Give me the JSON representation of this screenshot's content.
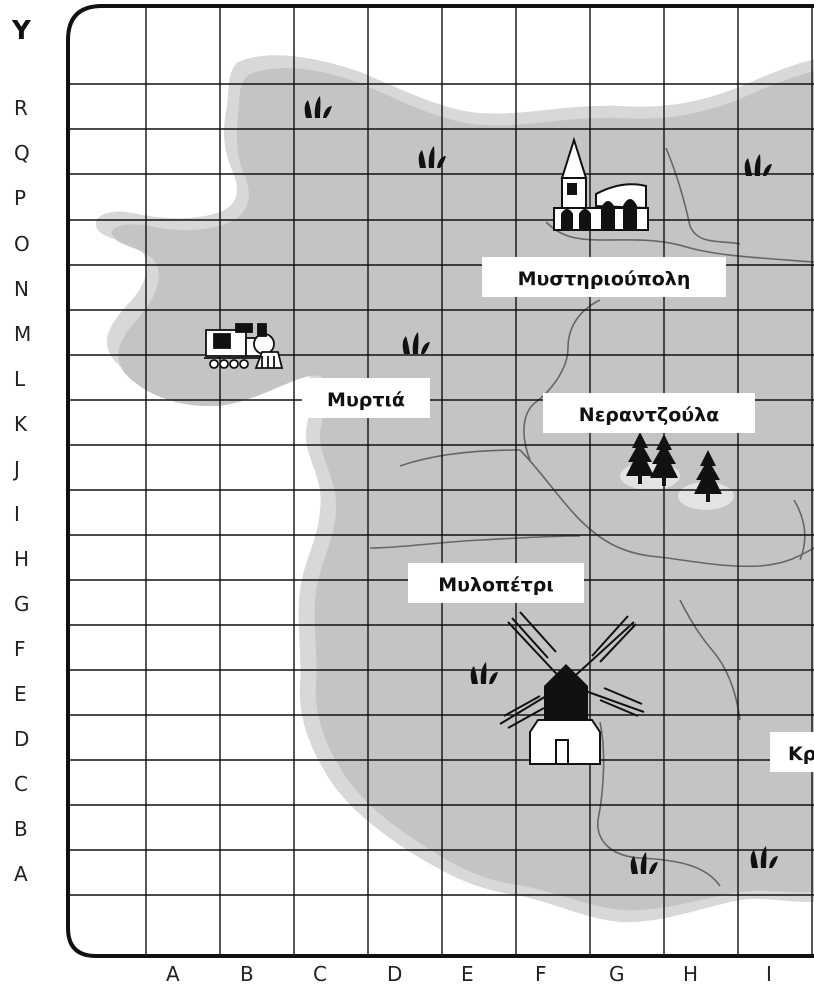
{
  "y_axis": {
    "title": "Y",
    "labels": [
      "R",
      "Q",
      "P",
      "O",
      "N",
      "M",
      "L",
      "K",
      "J",
      "I",
      "H",
      "G",
      "F",
      "E",
      "D",
      "C",
      "B",
      "A"
    ]
  },
  "x_axis": {
    "labels": [
      "A",
      "B",
      "C",
      "D",
      "E",
      "F",
      "G",
      "H",
      "I"
    ]
  },
  "towns": {
    "mystiriopoli": "Μυστηριούπολη",
    "myrtia": "Μυρτιά",
    "nerantzoula": "Νεραντζούλα",
    "mylopetri": "Μυλοπέτρι",
    "partial_edge": "Κρ"
  },
  "icons": {
    "church": "church-icon",
    "train": "train-icon",
    "windmill": "windmill-icon",
    "trees": "pine-trees-icon",
    "grass": "grass-tuft-icon"
  },
  "colors": {
    "land": "#c4c4c4",
    "land_outline": "#d8d8d8",
    "grid": "#111111",
    "roads": "#666666",
    "icon": "#111111"
  }
}
